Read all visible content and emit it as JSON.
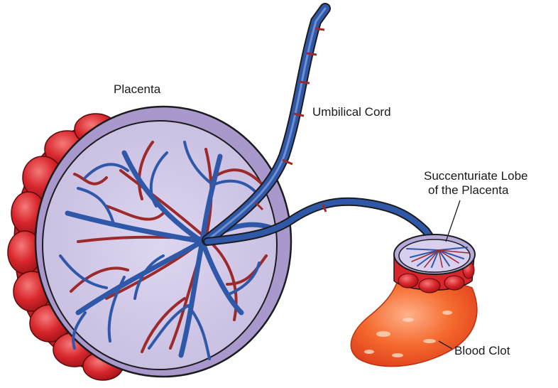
{
  "labels": {
    "placenta": "Placenta",
    "umbilical_cord": "Umbilical Cord",
    "succenturiate_lobe_line1": "Succenturiate Lobe",
    "succenturiate_lobe_line2": "of the Placenta",
    "blood_clot": "Blood Clot"
  },
  "colors": {
    "vein_blue": "#2f58a8",
    "artery_red": "#9c2a2a",
    "membrane_lavender": "#cfc6e6",
    "maternal_red": "#d8262c",
    "clot_orange": "#f56a2e",
    "outline": "#1c1c1c"
  }
}
